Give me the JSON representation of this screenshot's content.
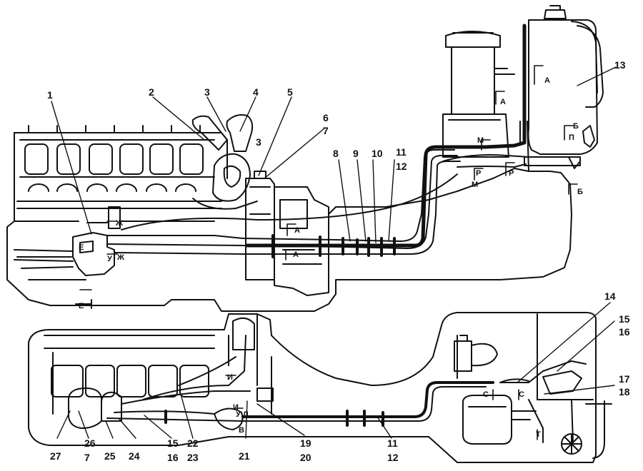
{
  "callouts": {
    "n1": "1",
    "n2": "2",
    "n3": "3",
    "n3b": "3",
    "n4": "4",
    "n5": "5",
    "n6": "6",
    "n7": "7",
    "n8": "8",
    "n9": "9",
    "n10": "10",
    "n11": "11",
    "n12": "12",
    "n13": "13",
    "n14": "14",
    "n15": "15",
    "n16": "16",
    "n17": "17",
    "n18": "18",
    "n19": "19",
    "n20": "20",
    "n21": "21",
    "n22": "22",
    "n23": "23",
    "n24": "24",
    "n25": "25",
    "n26": "26",
    "n27": "27",
    "n7b": "7",
    "n11b": "11",
    "n12b": "12",
    "n15b": "15",
    "n16b": "16"
  },
  "section_marks": {
    "A1": "А",
    "A2": "А",
    "A3": "А",
    "A4": "А",
    "B1": "Б",
    "B2": "Б",
    "V1": "В",
    "E1": "Е",
    "E2": "Е",
    "Zh1": "Ж",
    "Zh2": "Ж",
    "I1": "И",
    "I2": "И",
    "L1": "Л",
    "M1": "М",
    "M2": "М",
    "P1": "П",
    "R1": "Р",
    "R2": "Р",
    "S1": "С",
    "S2": "С",
    "T1": "Т",
    "U1": "У",
    "U2": "У"
  },
  "colors": {
    "line": "#111111",
    "background": "#ffffff"
  }
}
